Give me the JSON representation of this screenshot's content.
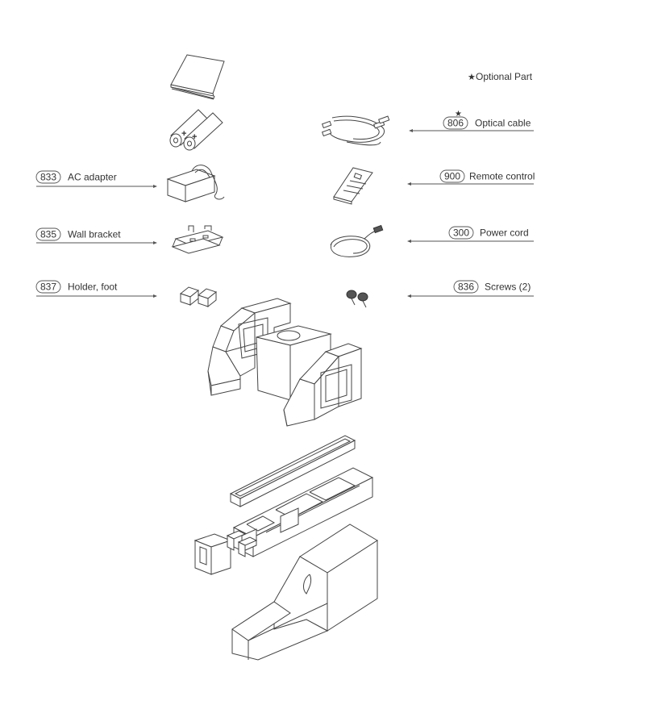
{
  "legend": {
    "star": "★",
    "text": "Optional Part"
  },
  "parts": [
    {
      "id": "optical-cable",
      "number": "806",
      "label": "Optical cable",
      "optional": true
    },
    {
      "id": "ac-adapter",
      "number": "833",
      "label": "AC adapter",
      "optional": false
    },
    {
      "id": "remote-control",
      "number": "900",
      "label": "Remote control",
      "optional": false
    },
    {
      "id": "wall-bracket",
      "number": "835",
      "label": "Wall bracket",
      "optional": false
    },
    {
      "id": "power-cord",
      "number": "300",
      "label": "Power cord",
      "optional": false
    },
    {
      "id": "holder-foot",
      "number": "837",
      "label": "Holder, foot",
      "optional": false
    },
    {
      "id": "screws",
      "number": "836",
      "label": "Screws (2)",
      "optional": false
    }
  ],
  "battery_marks": [
    "+",
    "+"
  ],
  "colors": {
    "line": "#444444",
    "text": "#333333",
    "background": "#ffffff"
  }
}
